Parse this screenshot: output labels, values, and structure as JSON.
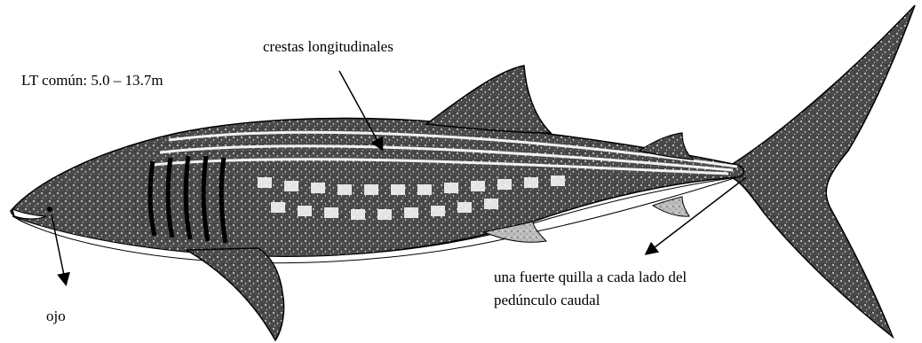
{
  "labels": {
    "total_length": "LT común: 5.0 – 13.7m",
    "ridges": "crestas longitudinales",
    "eye": "ojo",
    "keel_line1": "una fuerte quilla a cada lado del",
    "keel_line2": "pedúnculo caudal"
  },
  "colors": {
    "ink": "#000000",
    "skin_dark": "#2a2a2a",
    "skin_mid": "#6b6b6b",
    "belly": "#ffffff",
    "background": "#ffffff"
  },
  "icons": {
    "arrow_head": "arrowhead"
  }
}
